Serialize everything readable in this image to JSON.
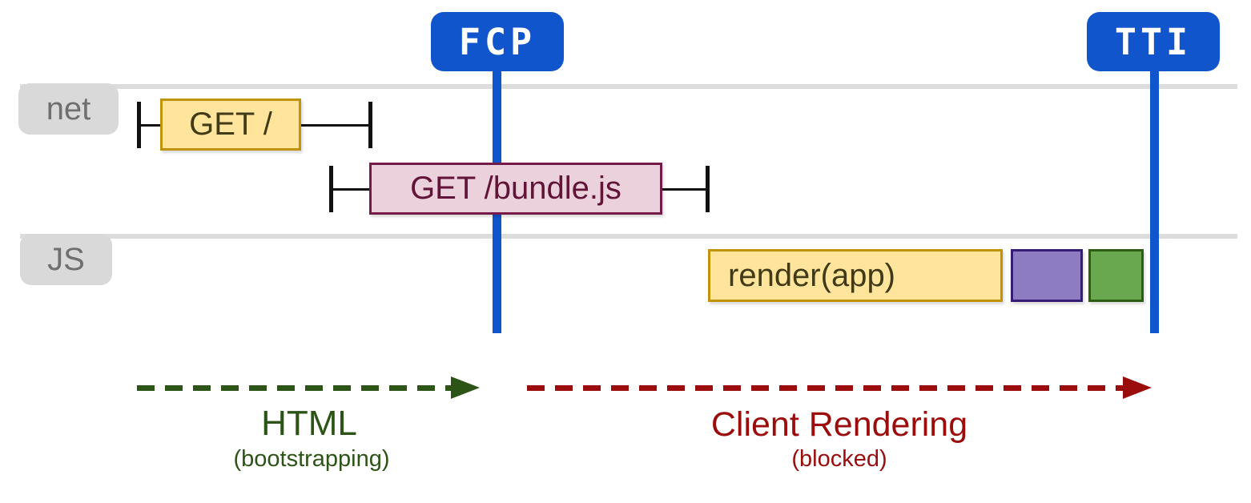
{
  "markers": [
    {
      "id": "fcp",
      "label": "FCP"
    },
    {
      "id": "tti",
      "label": "TTI"
    }
  ],
  "lanes": [
    {
      "id": "net",
      "label": "net"
    },
    {
      "id": "js",
      "label": "JS"
    }
  ],
  "tasks": [
    {
      "id": "get-root",
      "lane": "net",
      "label": "GET /",
      "color": "yellow"
    },
    {
      "id": "get-bundle",
      "lane": "net",
      "label": "GET /bundle.js",
      "color": "pink"
    },
    {
      "id": "render-app",
      "lane": "js",
      "label": "render(app)",
      "color": "yellow"
    },
    {
      "id": "unnamed-task-purple",
      "lane": "js",
      "label": "",
      "color": "purple"
    },
    {
      "id": "unnamed-task-green",
      "lane": "js",
      "label": "",
      "color": "green"
    }
  ],
  "phases": [
    {
      "id": "html",
      "title": "HTML",
      "subtitle": "(bootstrapping)",
      "color": "#2d5417"
    },
    {
      "id": "client-rendering",
      "title": "Client Rendering",
      "subtitle": "(blocked)",
      "color": "#9b0d0d"
    }
  ],
  "colors": {
    "flag-blue": "#1155cc",
    "lane-gray": "#dcdcdc",
    "label-bg": "#d9d9d9",
    "label-text": "#6f6f6f",
    "yellow-fill": "#ffe49b",
    "yellow-border": "#c0930a",
    "yellow-text": "#413a18",
    "pink-fill": "#ead1dc",
    "pink-border": "#741b47",
    "pink-text": "#611338",
    "purple-fill": "#8e7cc3",
    "purple-border": "#351c75",
    "green-fill": "#6aa84f",
    "green-border": "#2c5e12",
    "tick-black": "#111111",
    "arrow-green": "#2d5417",
    "arrow-red": "#9b0d0d"
  }
}
